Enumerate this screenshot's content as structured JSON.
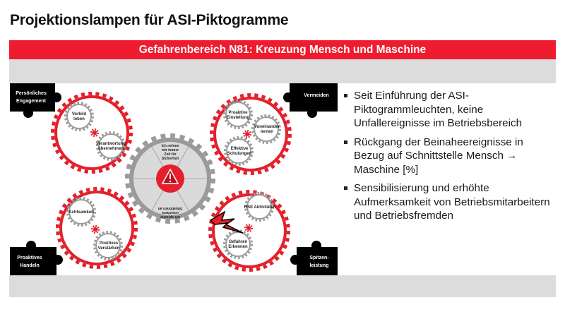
{
  "slide": {
    "title": "Projektionslampen für ASI-Piktogramme",
    "banner": "Gefahrenbereich N81: Kreuzung Mensch und Maschine"
  },
  "diagram": {
    "puzzle_labels": {
      "top_left": [
        "Persönliches",
        "Engagement"
      ],
      "top_right": [
        "Vermeiden"
      ],
      "bottom_left": [
        "Proaktives",
        "Handeln"
      ],
      "bottom_right": [
        "Spitzen-",
        "leistung"
      ]
    },
    "gears": {
      "top_left": [
        [
          "Vorbild",
          "leben"
        ],
        [
          "Verantwortung",
          "übernehmen"
        ]
      ],
      "top_right": [
        [
          "Proaktive",
          "Einstellung"
        ],
        [
          "Voneinander",
          "lernen"
        ],
        [
          "Effektive",
          "Schulungen"
        ]
      ],
      "bottom_left": [
        [
          "Achtsamkeit"
        ],
        [
          "Positives",
          "Verstärken"
        ]
      ],
      "bottom_right": [
        [
          "HSE Aktivitäten"
        ],
        [
          "Gefahren",
          "Erkennen"
        ]
      ]
    },
    "center": {
      "top_segment": [
        "Ich nehme",
        "mir immer",
        "Zeit für",
        "Sicherheit"
      ],
      "bottom_segment": [
        "Ich spreche",
        "unsichere",
        "Situationen an"
      ],
      "warning_icon": "warning-triangle-icon"
    },
    "colors": {
      "red": "#e3202c",
      "gray": "#9a9a9a",
      "banner": "#ee1c2e"
    }
  },
  "bullets": [
    "Seit Einführung der ASI-Piktogrammleuchten, keine Unfallereignisse im Betriebsbereich",
    "Rückgang der Beinaheereignisse in Bezug auf Schnittstelle Mensch → Maschine [%]",
    "Sensibilisierung und erhöhte Aufmerksamkeit von Betriebsmitarbeitern und Betriebsfremden"
  ]
}
